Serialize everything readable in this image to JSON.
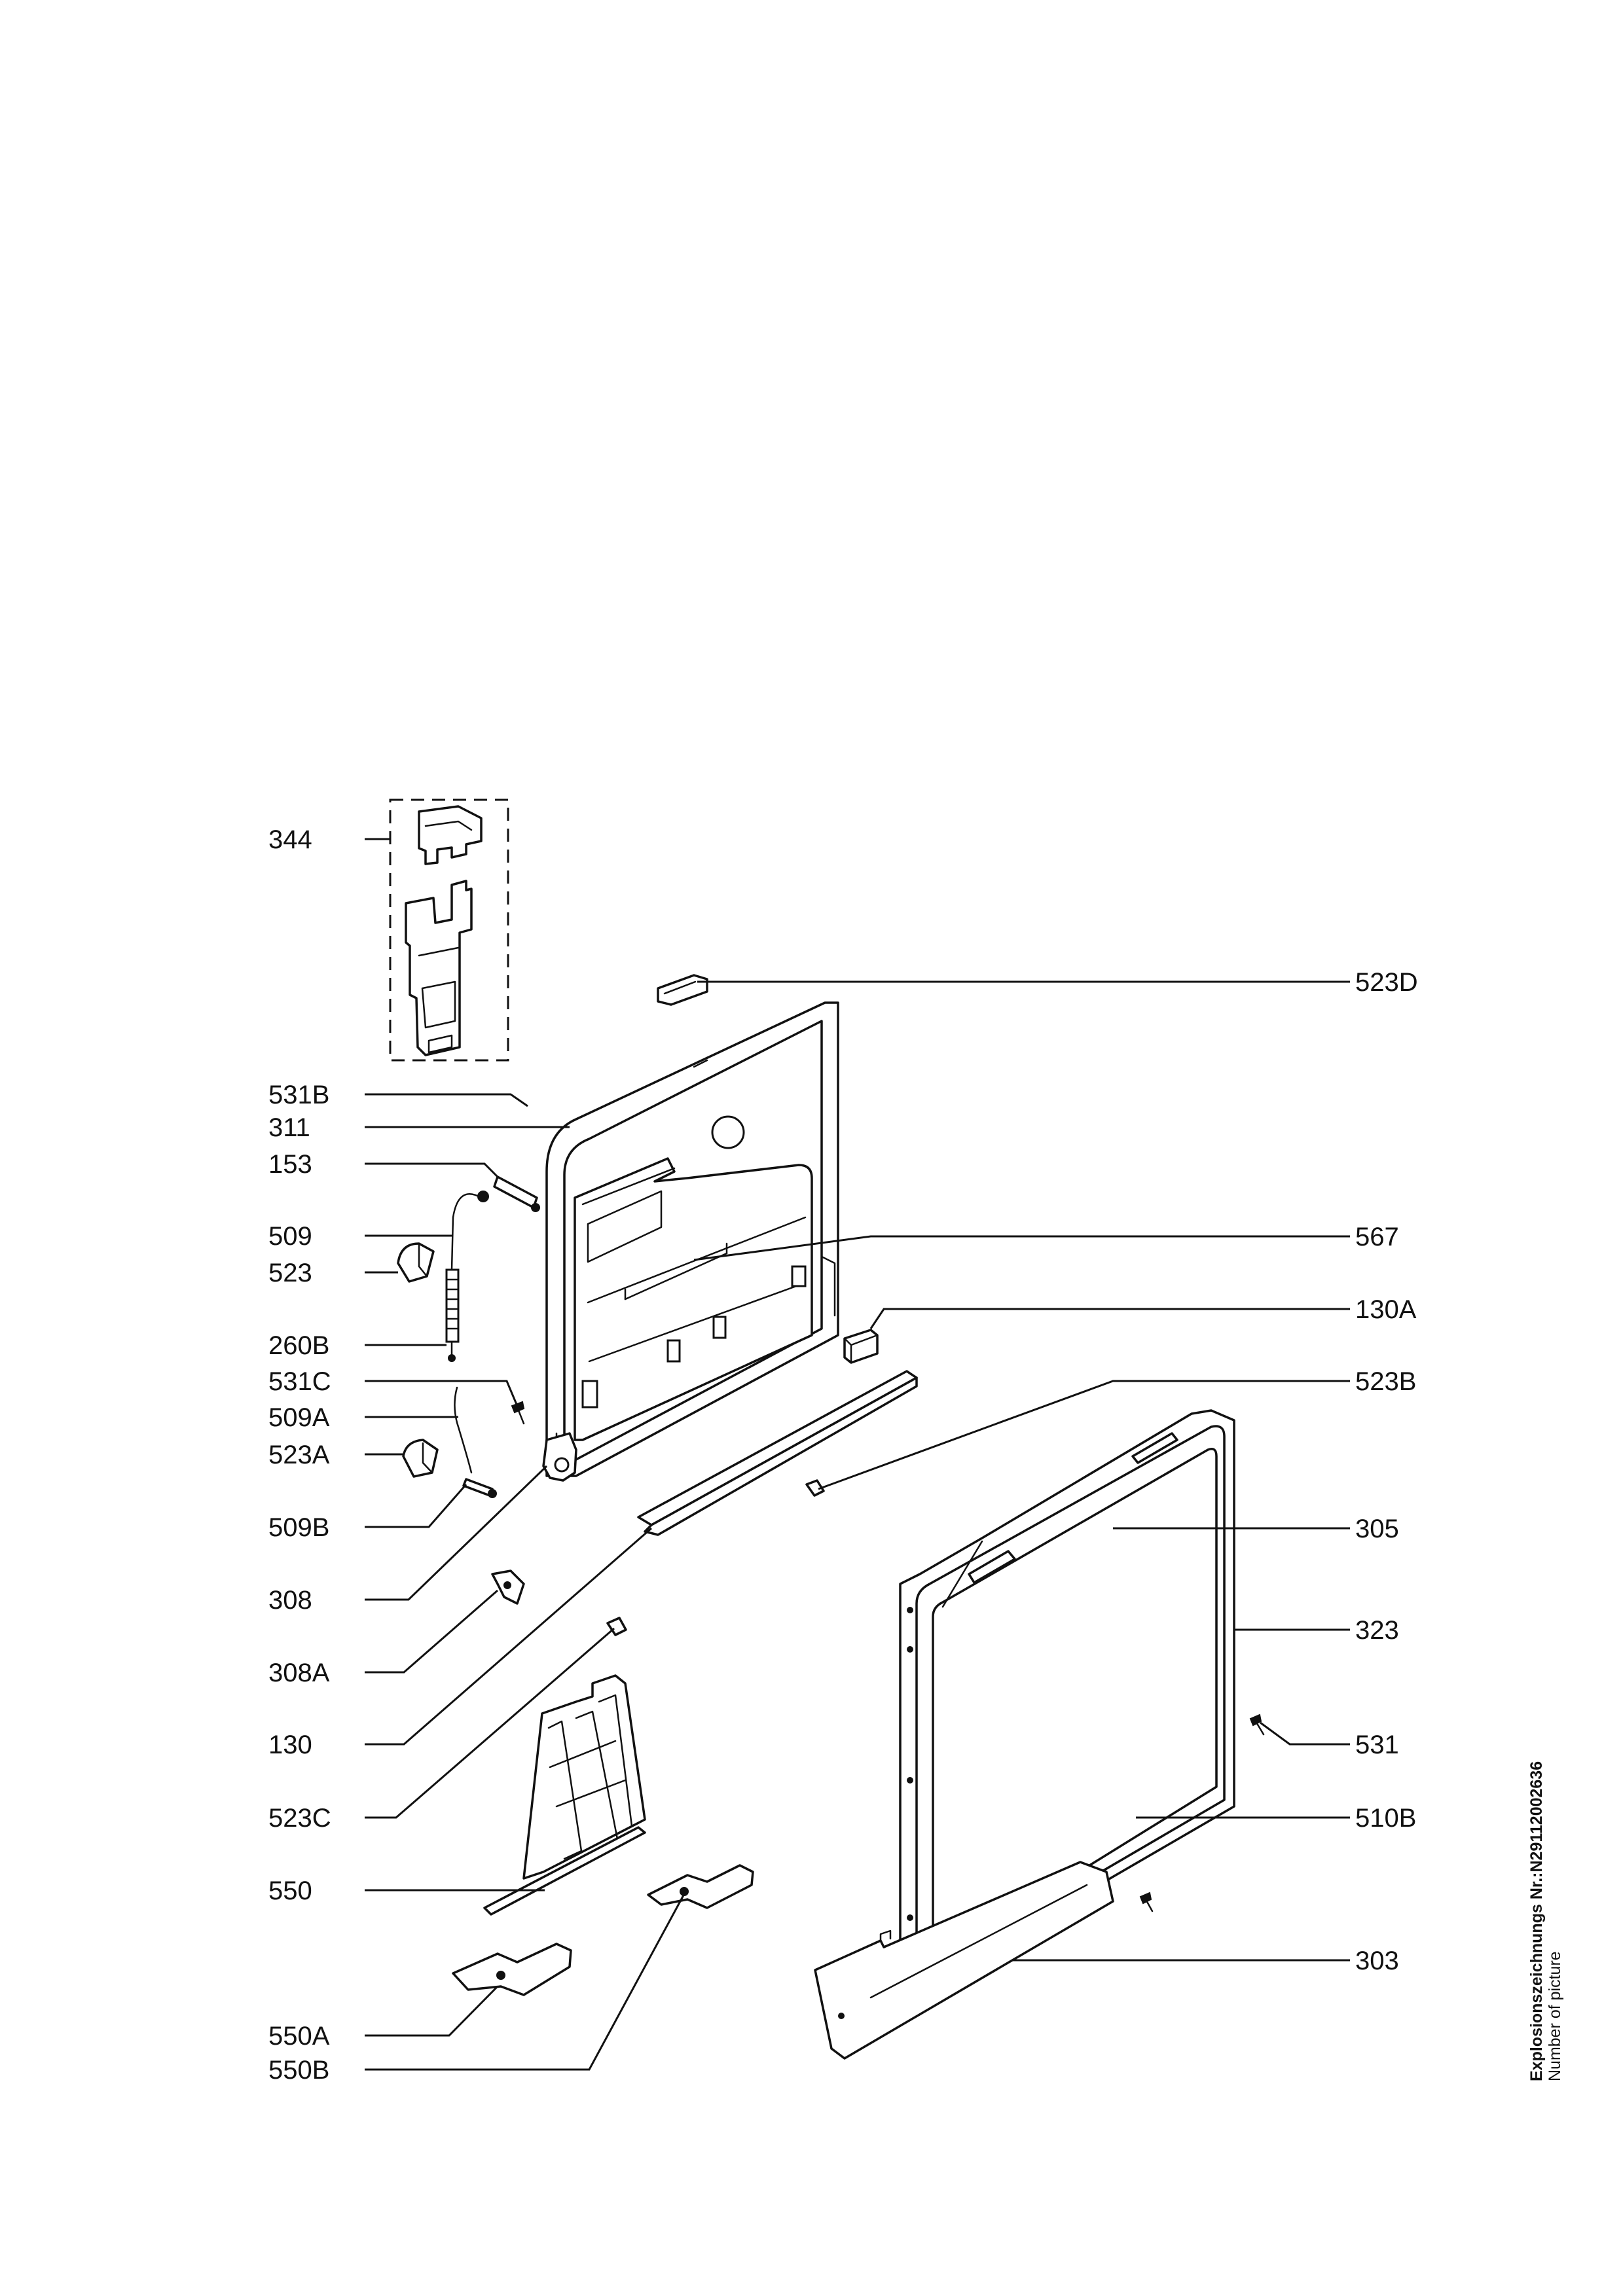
{
  "drawing": {
    "number_label": "Explosionszeichnungs Nr.:",
    "number_value": "N2911200​2636",
    "number_sublabel": "Number of picture"
  },
  "labels_left": [
    "344",
    "531B",
    "311",
    "153",
    "509",
    "523",
    "260B",
    "531C",
    "509A",
    "523A",
    "509B",
    "308",
    "308A",
    "130",
    "523C",
    "550",
    "550A",
    "550B"
  ],
  "labels_right": [
    "523D",
    "567",
    "130A",
    "523B",
    "305",
    "323",
    "531",
    "510B",
    "303"
  ]
}
